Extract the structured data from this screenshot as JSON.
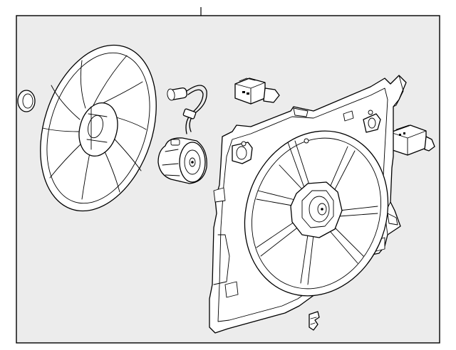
{
  "diagram": {
    "parts": [
      {
        "name": "o-ring-seal",
        "icon": "ring-icon"
      },
      {
        "name": "fan-blade",
        "icon": "fan-icon"
      },
      {
        "name": "wire-harness",
        "icon": "plug-icon"
      },
      {
        "name": "fan-motor",
        "icon": "motor-icon"
      },
      {
        "name": "resistor-module-upper",
        "icon": "connector-icon"
      },
      {
        "name": "fan-shroud",
        "icon": "shroud-icon"
      },
      {
        "name": "resistor-module-right",
        "icon": "connector-icon"
      },
      {
        "name": "retainer-clip",
        "icon": "clip-icon"
      }
    ],
    "colors": {
      "panel": "#ececec",
      "line": "#000000",
      "part_fill": "#ffffff"
    }
  }
}
